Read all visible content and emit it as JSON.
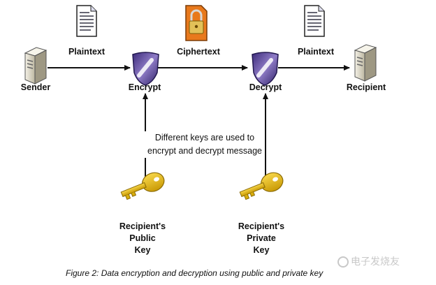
{
  "nodes": {
    "sender": "Sender",
    "encrypt": "Encrypt",
    "decrypt": "Decrypt",
    "recipient": "Recipient"
  },
  "edges": {
    "plaintext_left": "Plaintext",
    "ciphertext": "Ciphertext",
    "plaintext_right": "Plaintext"
  },
  "note": {
    "line1": "Different keys are used to",
    "line2": "encrypt and decrypt message"
  },
  "keys": {
    "public": [
      "Recipient's",
      "Public",
      "Key"
    ],
    "private": [
      "Recipient's",
      "Private",
      "Key"
    ]
  },
  "caption": "Figure 2: Data encryption and decryption using public and private key",
  "watermark": "电子发烧友",
  "colors": {
    "arrow": "#111111",
    "key_gold": "#e9b80c",
    "shield_purple": "#6b4fa3",
    "lock_orange": "#e8791c",
    "server_beige": "#e8e4d4"
  }
}
